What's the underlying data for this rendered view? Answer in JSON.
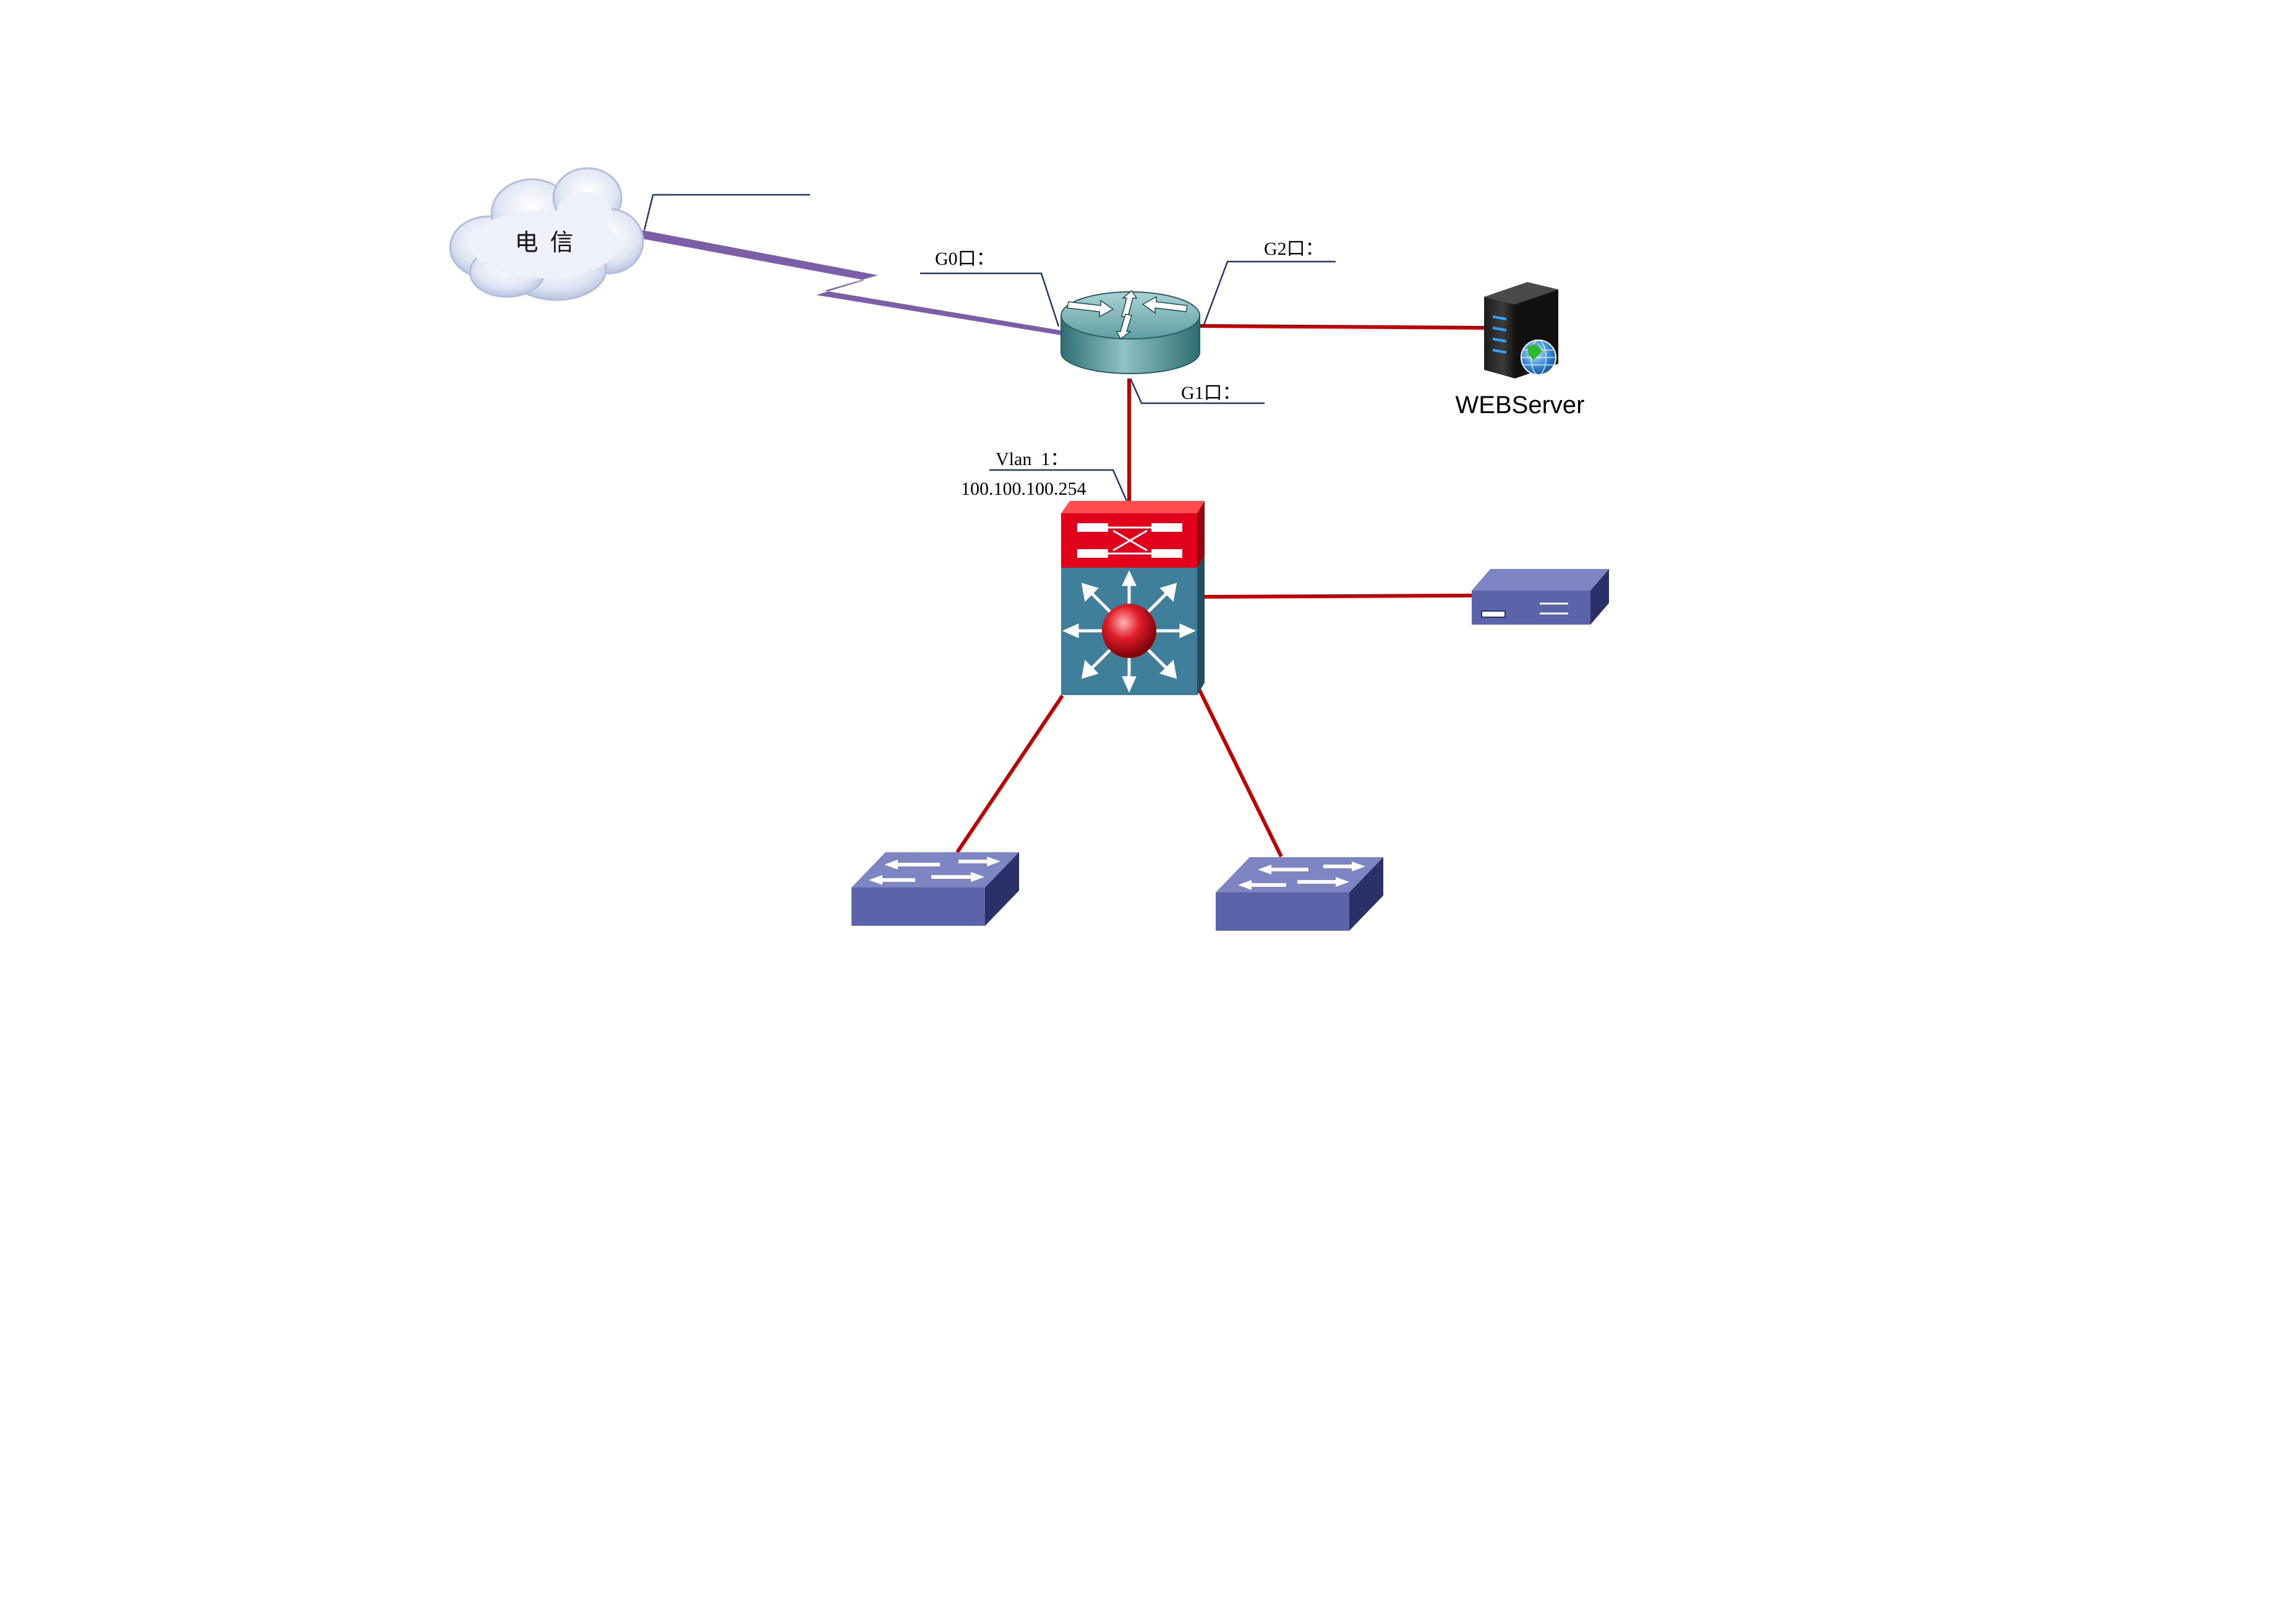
{
  "labels": {
    "cloud": "电  信",
    "g0": "G0口：",
    "g2": "G2口：",
    "g1": "G1口：",
    "vlan": "Vlan  1：",
    "vlan_ip": "100.100.100.254",
    "webserver": "WEBServer"
  },
  "colors": {
    "link": "#c00000",
    "wan_link": "#7b5ea7",
    "callout": "#1f3864",
    "device_blue": "#5b64a8",
    "core_red": "#e0001b",
    "core_teal": "#3f7f99"
  }
}
